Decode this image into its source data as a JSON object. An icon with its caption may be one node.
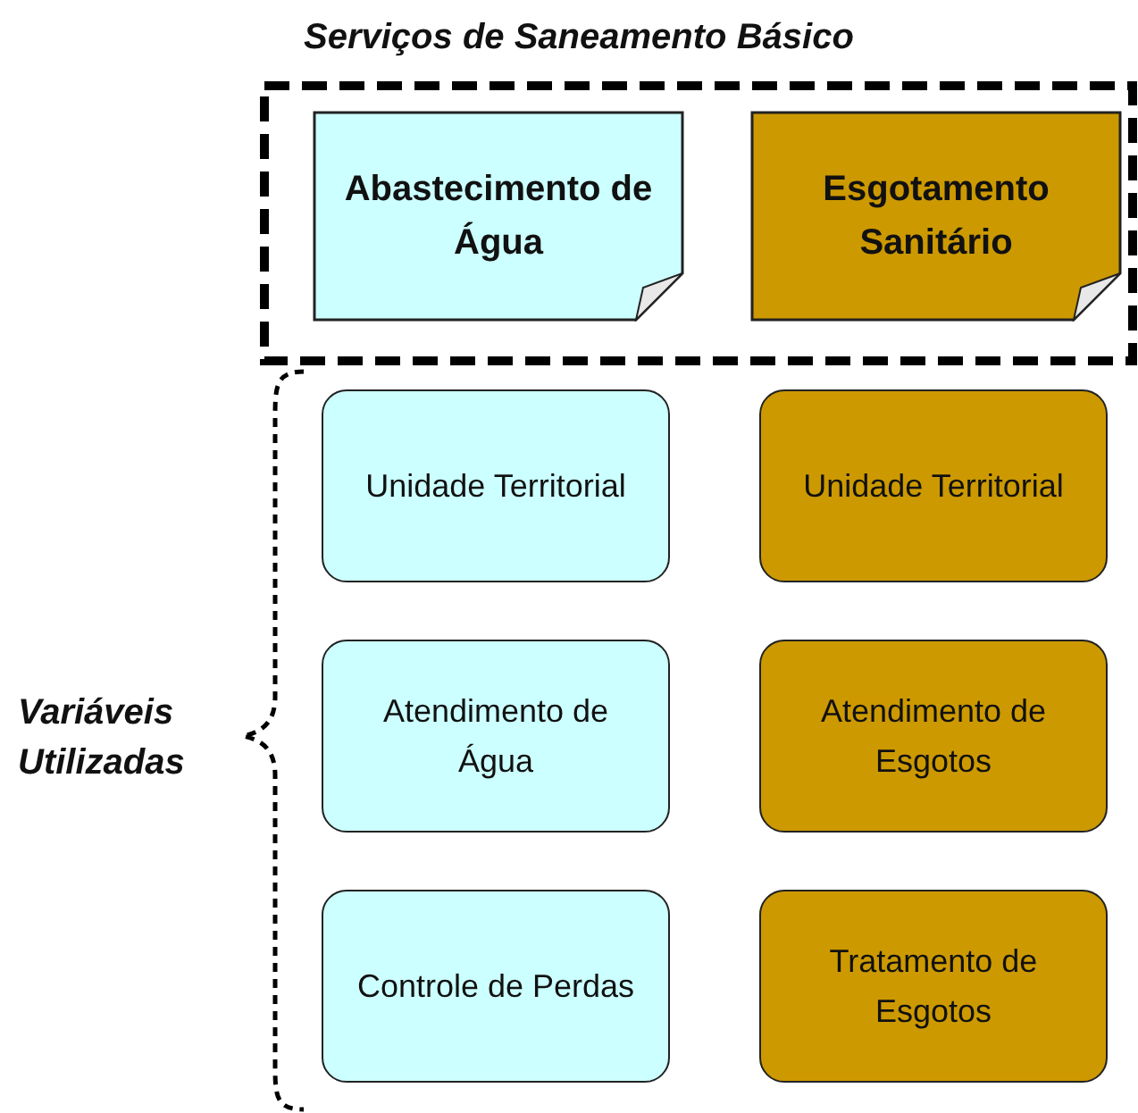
{
  "diagram": {
    "nodes": [
      {
        "text": [
          "Serviços de Saneamento Básico"
        ]
      },
      {
        "text": [
          "Abastecimento de Água"
        ],
        "in": 0
      },
      {
        "text": [
          "Esgotamento Sanitário"
        ],
        "in": 0
      },
      {
        "text": [
          "Unidade Territorial"
        ]
      },
      {
        "text": [
          "Unidade Territorial"
        ]
      },
      {
        "text": [
          "Atendimento de Água"
        ]
      },
      {
        "text": [
          "Atendimento de Esgotos"
        ]
      },
      {
        "text": [
          "Controle de Perdas"
        ]
      },
      {
        "text": [
          "Tratamento de Esgotos"
        ]
      }
    ],
    "labels": [
      "Variáveis Utilizadas"
    ]
  }
}
